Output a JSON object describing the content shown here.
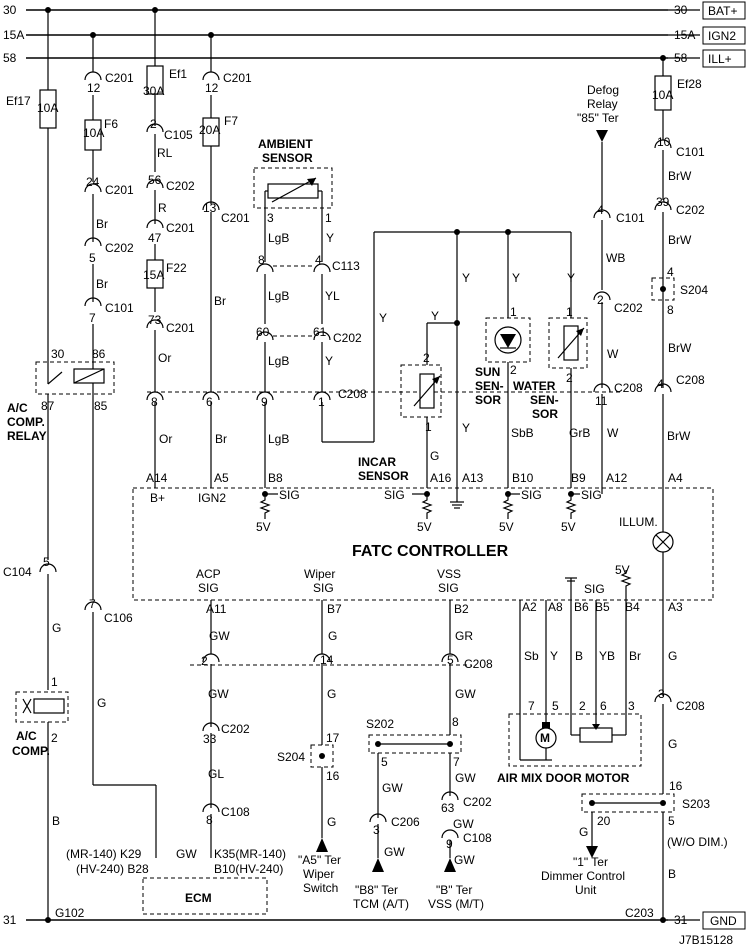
{
  "rails": {
    "bat_num": "30",
    "bat_num_r": "30",
    "bat_label": "BAT+",
    "ign2_num": "15A",
    "ign2_num_r": "15A",
    "ign2_label": "IGN2",
    "ill_num": "58",
    "ill_num_r": "58",
    "ill_label": "ILL+",
    "gnd_num": "31",
    "gnd_num_r": "31",
    "gnd_label": "GND"
  },
  "fuses": {
    "ef17_name": "Ef17",
    "ef17_amp": "10A",
    "f6_name": "F6",
    "f6_amp": "10A",
    "ef1_name": "Ef1",
    "ef1_amp": "30A",
    "f7_name": "F7",
    "f7_amp": "20A",
    "f22_name": "F22",
    "f22_amp": "15A",
    "ef28_name": "Ef28",
    "ef28_amp": "10A"
  },
  "connectors": {
    "c201": "C201",
    "c105": "C105",
    "c202": "C202",
    "c101": "C101",
    "c113": "C113",
    "c208": "C208",
    "c104": "C104",
    "c106": "C106",
    "c108": "C108",
    "c206": "C206",
    "c203": "C203",
    "g102": "G102",
    "s202": "S202",
    "s203": "S203",
    "s204": "S204"
  },
  "pins": {
    "p12": "12",
    "p12b": "12",
    "p2": "2",
    "p24": "24",
    "p56": "56",
    "p13": "13",
    "p5": "5",
    "p47": "47",
    "p7": "7",
    "p73": "73",
    "p8": "8",
    "p6": "6",
    "p9": "9",
    "p1": "1",
    "p3": "3",
    "p8b": "8",
    "p4": "4",
    "p60": "60",
    "p61": "61",
    "p10": "10",
    "p39": "39",
    "p4b": "4",
    "p8c": "8",
    "p2b": "2",
    "p11": "11",
    "p4c": "4",
    "p30": "30",
    "p86": "86",
    "p87": "87",
    "p85": "85",
    "p5b": "5",
    "p7b": "7",
    "p1b": "1",
    "p2c": "2",
    "incar2": "2",
    "incar1": "1",
    "sun1": "1",
    "sun2": "2",
    "water1": "1",
    "water2": "2",
    "m2": "2",
    "m14": "14",
    "m5": "5",
    "m33": "33",
    "m17": "17",
    "m16": "16",
    "m8": "8",
    "m5b": "5",
    "m7": "7",
    "m63": "63",
    "m3": "3",
    "m9": "9",
    "m8b": "8",
    "mt7": "7",
    "mt5": "5",
    "mt2": "2",
    "mt6": "6",
    "mt3": "3",
    "m3b": "3",
    "m16b": "16",
    "m20": "20",
    "m5c": "5"
  },
  "wires": {
    "rl": "RL",
    "r": "R",
    "br": "Br",
    "br2": "Br",
    "br3": "Br",
    "or": "Or",
    "or2": "Or",
    "lgb1": "LgB",
    "lgb2": "LgB",
    "lgb3": "LgB",
    "lgb4": "LgB",
    "y1": "Y",
    "yl": "YL",
    "y2": "Y",
    "y3": "Y",
    "y4": "Y",
    "y5": "Y",
    "y6": "Y",
    "y7": "Y",
    "g1": "G",
    "wb": "WB",
    "w1": "W",
    "w2": "W",
    "sbb": "SbB",
    "grb": "GrB",
    "brw1": "BrW",
    "brw2": "BrW",
    "brw3": "BrW",
    "brw4": "BrW",
    "g2": "G",
    "g3": "G",
    "b1": "B",
    "gw1": "GW",
    "gw2": "GW",
    "gl": "GL",
    "gw3": "GW",
    "g4": "G",
    "g5": "G",
    "gr": "GR",
    "gw4": "GW",
    "gw5": "GW",
    "gw6": "GW",
    "gw7": "GW",
    "gw8": "GW",
    "sb": "Sb",
    "y8": "Y",
    "b2": "B",
    "yb": "YB",
    "br4": "Br",
    "g6": "G",
    "g7": "G",
    "g8": "G",
    "b3": "B"
  },
  "components": {
    "ambient": [
      "AMBIENT",
      "SENSOR"
    ],
    "relay": [
      "A/C",
      "COMP.",
      "RELAY"
    ],
    "compressor": [
      "A/C",
      "COMP."
    ],
    "incar": "INCAR SENSOR",
    "sun": [
      "SUN",
      "SEN-",
      "SOR"
    ],
    "water": [
      "WATER",
      "SEN-",
      "SOR"
    ],
    "defog": [
      "Defog",
      "Relay",
      "\"85\" Ter"
    ],
    "controller": "FATC CONTROLLER",
    "illum": "ILLUM.",
    "motor": "AIR MIX DOOR MOTOR",
    "ecm": "ECM"
  },
  "terminals": {
    "a14": "A14",
    "a5": "A5",
    "b8": "B8",
    "a16": "A16",
    "a13": "A13",
    "b10": "B10",
    "b9": "B9",
    "a12": "A12",
    "a4": "A4",
    "a11": "A11",
    "b7": "B7",
    "b2": "B2",
    "a2": "A2",
    "a8": "A8",
    "b6": "B6",
    "b5": "B5",
    "b4": "B4",
    "a3": "A3"
  },
  "signals": {
    "bplus": "B+",
    "ign2": "IGN2",
    "sig": "SIG",
    "v5": "5V",
    "acp": [
      "ACP",
      "SIG"
    ],
    "wiper": [
      "Wiper",
      "SIG"
    ],
    "vss": [
      "VSS",
      "SIG"
    ]
  },
  "destinations": {
    "a5ter": [
      "\"A5\" Ter",
      "Wiper",
      "Switch"
    ],
    "b8ter": [
      "\"B8\" Ter",
      "TCM (A/T)"
    ],
    "bter": [
      "\"B\" Ter",
      "VSS (M/T)"
    ],
    "dimmer": [
      "\"1\" Ter",
      "Dimmer Control",
      "Unit"
    ],
    "wodim": "(W/O DIM.)"
  },
  "ecm": {
    "k29": "(MR-140) K29",
    "b28": "(HV-240) B28",
    "k35": "K35(MR-140)",
    "b10": "B10(HV-240)"
  },
  "figure_id": "J7B15128"
}
